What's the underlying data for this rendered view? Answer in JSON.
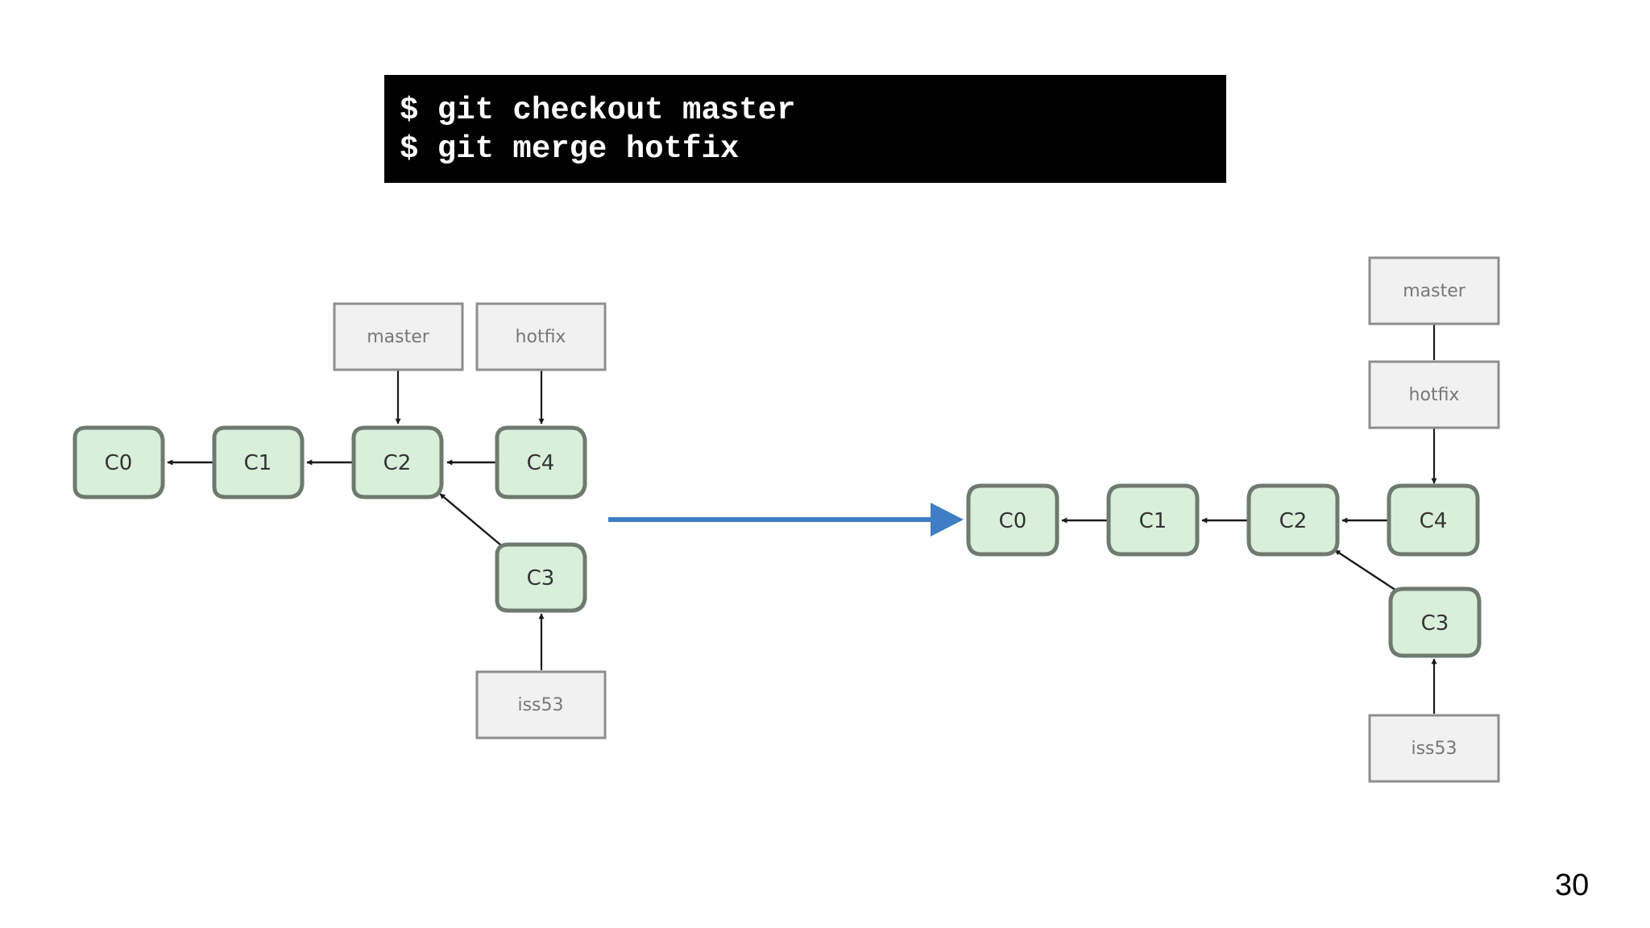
{
  "terminal": {
    "lines": [
      "$ git checkout master",
      "$ git merge hotfix"
    ]
  },
  "before": {
    "commits": {
      "c0": "C0",
      "c1": "C1",
      "c2": "C2",
      "c3": "C3",
      "c4": "C4"
    },
    "branches": {
      "master": "master",
      "hotfix": "hotfix",
      "iss53": "iss53"
    }
  },
  "after": {
    "commits": {
      "c0": "C0",
      "c1": "C1",
      "c2": "C2",
      "c3": "C3",
      "c4": "C4"
    },
    "branches": {
      "master": "master",
      "hotfix": "hotfix",
      "iss53": "iss53"
    }
  },
  "transition_arrow_color": "#3f7ec4",
  "page_number": "30"
}
